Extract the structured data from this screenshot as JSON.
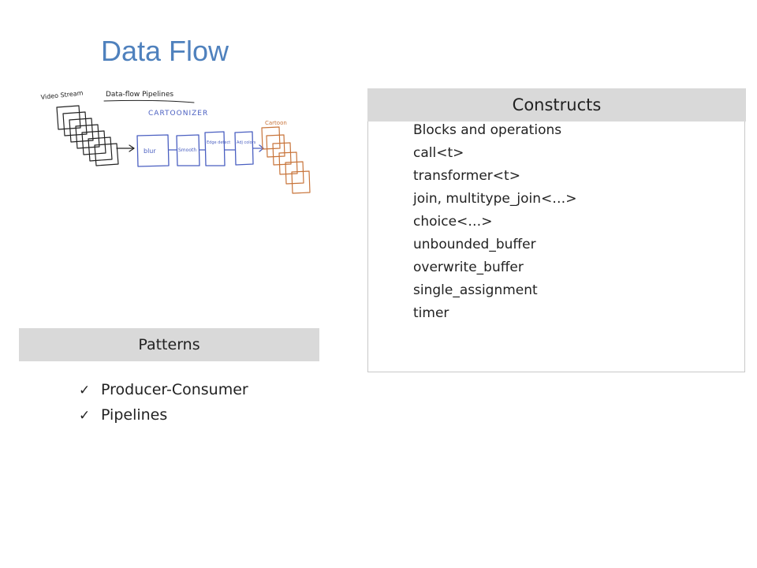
{
  "title": "Data Flow",
  "sketch": {
    "labels": {
      "video_stream": "Video Stream",
      "pipelines": "Data-flow Pipelines",
      "cartoonizer": "CARTOONIZER",
      "blur": "blur",
      "smooth": "Smooth",
      "edge": "Edge detect",
      "adj_colors": "Adj colors",
      "cartoon": "Cartoon"
    },
    "colors": {
      "ink": "#222222",
      "stage": "#4a5fc1",
      "output": "#c8743a"
    }
  },
  "constructs": {
    "header": "Constructs",
    "items": [
      "Blocks and operations",
      "call<t>",
      "transformer<t>",
      "join, multitype_join<…>",
      "choice<…>",
      "unbounded_buffer",
      "overwrite_buffer",
      "single_assignment",
      "timer"
    ]
  },
  "patterns": {
    "header": "Patterns",
    "check_glyph": "✓",
    "items": [
      "Producer-Consumer",
      "Pipelines"
    ]
  }
}
